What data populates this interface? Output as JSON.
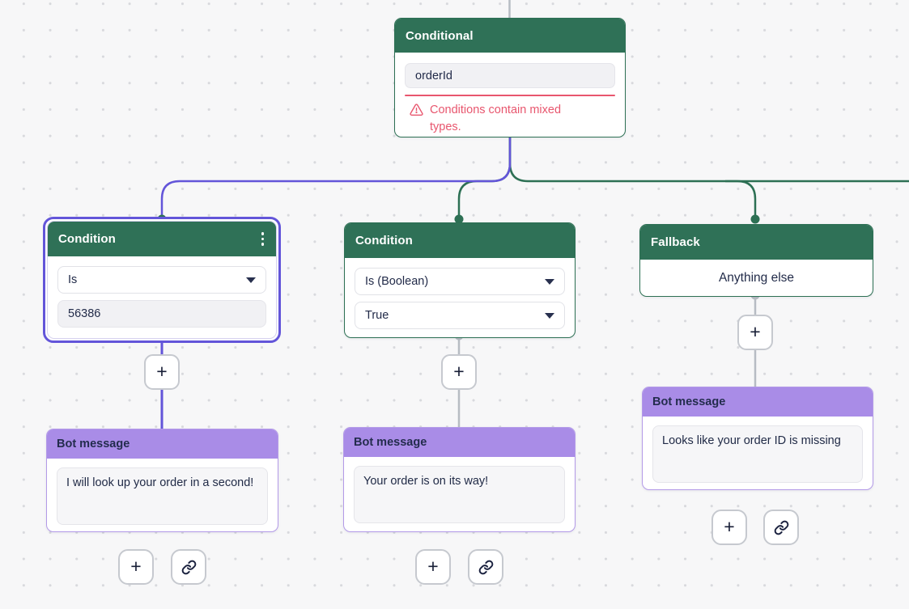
{
  "canvas": {
    "background": "#f7f7f8",
    "dot_color": "#d8d9dd"
  },
  "palette": {
    "node_green": "#2f7157",
    "edge_green": "#2d7054",
    "bot_header_purple": "#a98ce7",
    "bot_border_purple": "#b39ae8",
    "selected_purple": "#6355d9",
    "connector_gray": "#b7bcc3",
    "error_red": "#e8566e",
    "text_dark": "#1f2a47"
  },
  "icons": {
    "plus": "+"
  },
  "nodes": {
    "conditional": {
      "title": "Conditional",
      "variable_value": "orderId",
      "error_message": "Conditions contain mixed types."
    },
    "condition_left": {
      "title": "Condition",
      "operator": "Is",
      "value": "56386"
    },
    "condition_center": {
      "title": "Condition",
      "operator": "Is (Boolean)",
      "value": "True"
    },
    "fallback": {
      "title": "Fallback",
      "body_label": "Anything else"
    },
    "bot_message_left": {
      "title": "Bot message",
      "message": "I will look up your order in a second!"
    },
    "bot_message_center": {
      "title": "Bot message",
      "message": "Your order is on its way!"
    },
    "bot_message_right": {
      "title": "Bot message",
      "message": "Looks like your order ID is missing"
    }
  }
}
